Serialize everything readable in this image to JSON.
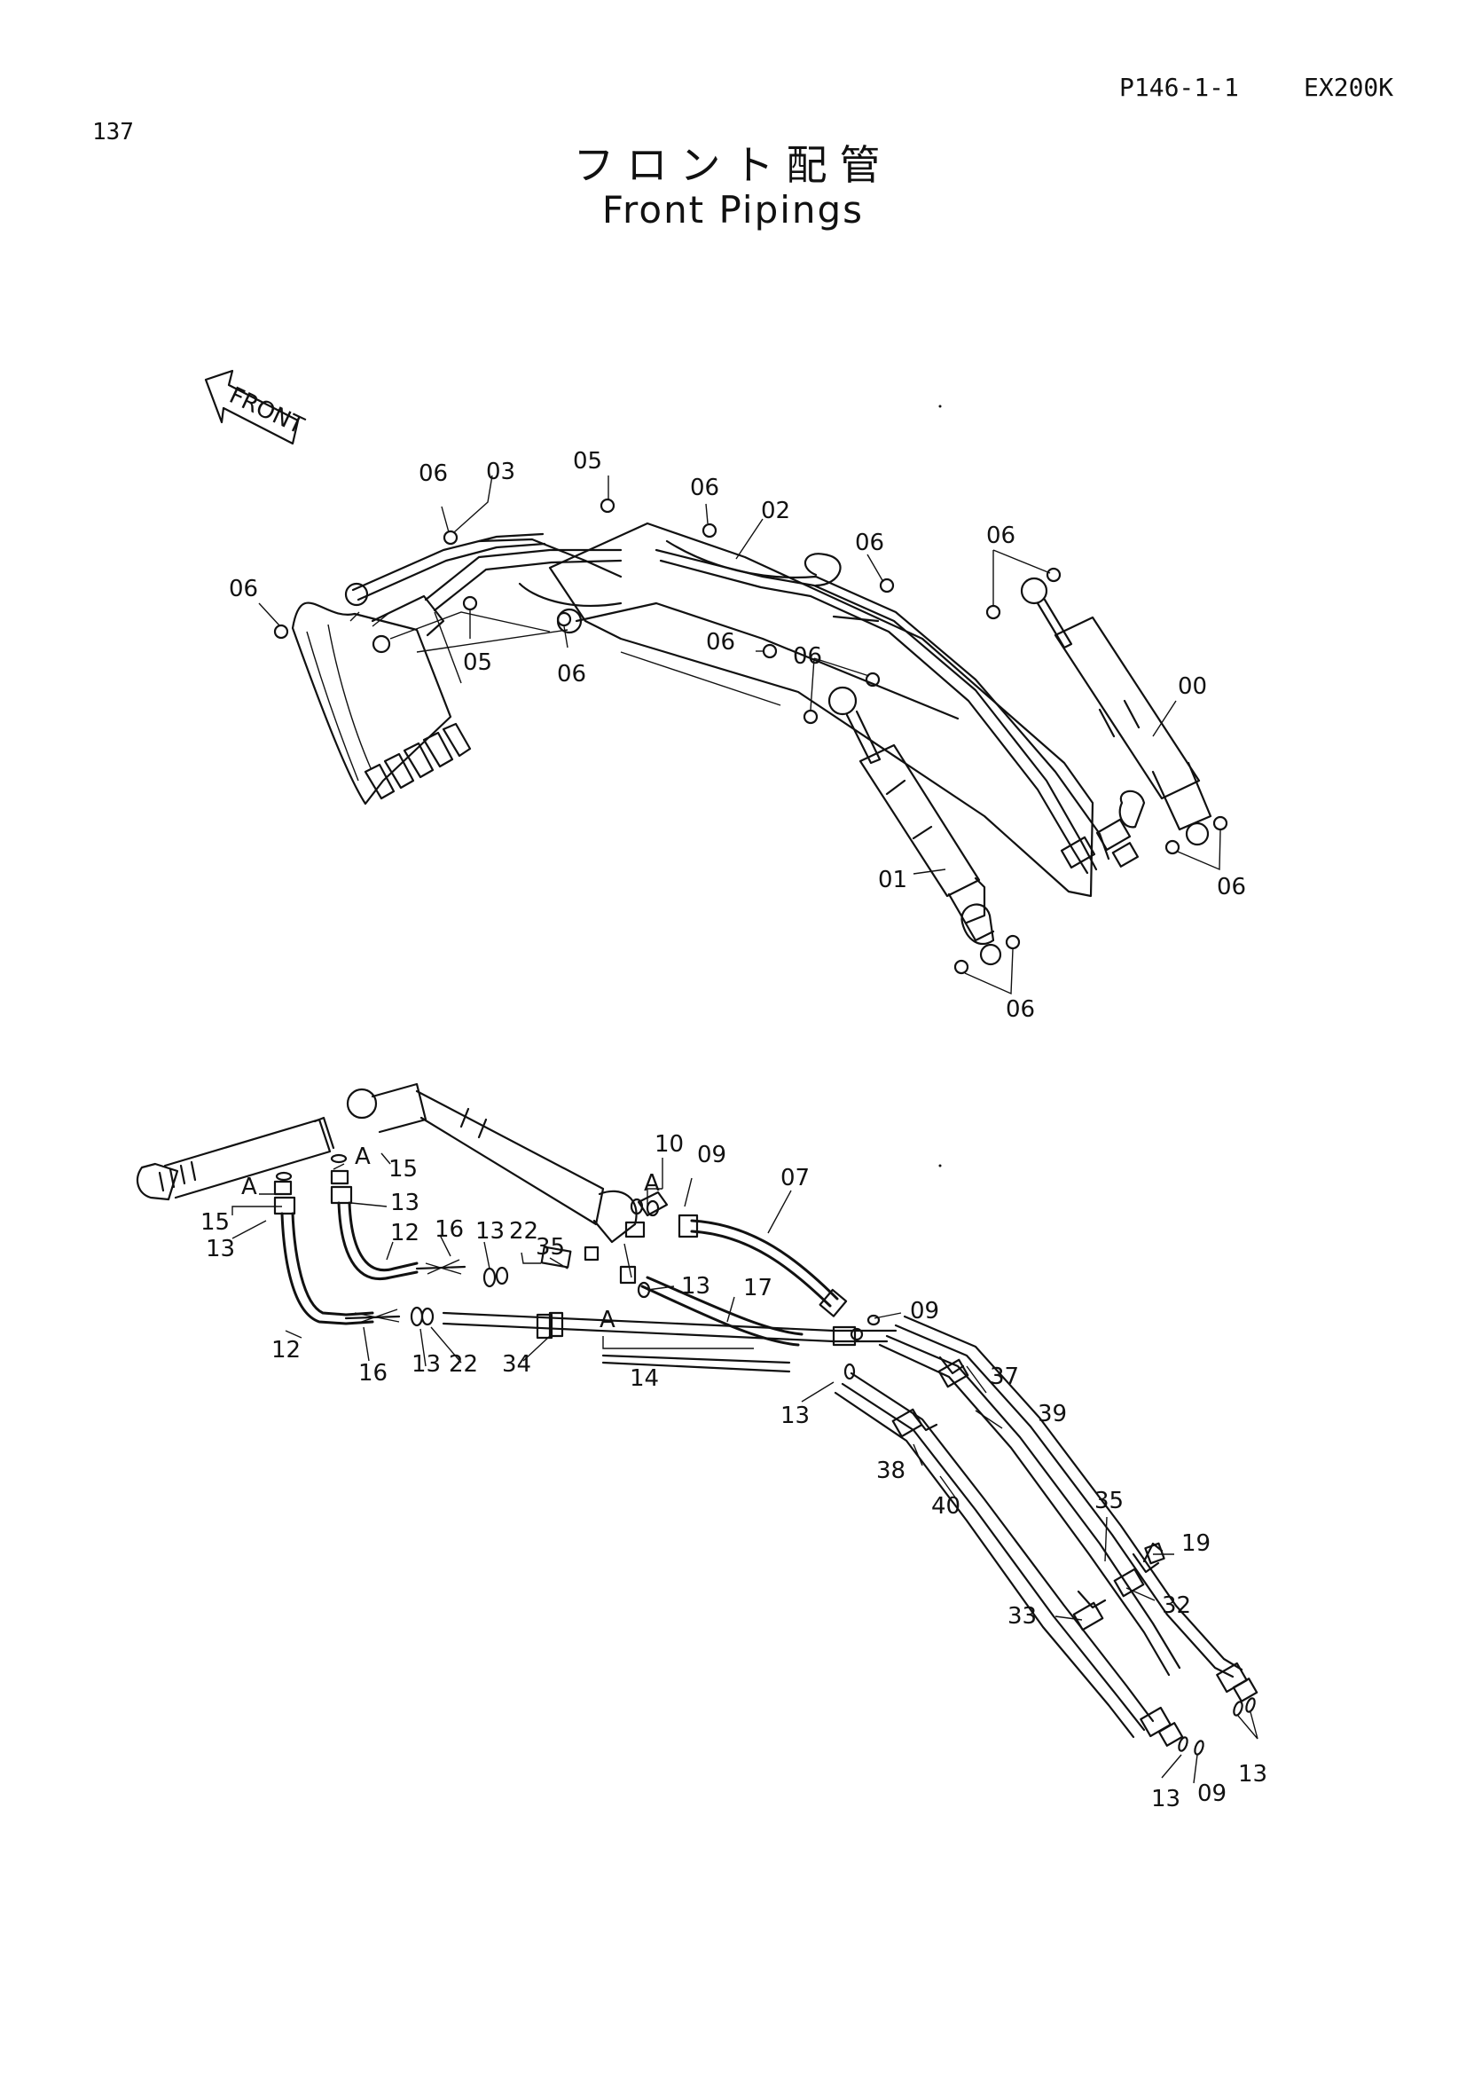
{
  "header": {
    "page_code": "P146-1-1",
    "model": "EX200K",
    "page_number": "137"
  },
  "title": {
    "japanese": "フロント配管",
    "english": "Front Pipings"
  },
  "front_arrow_label": "FRONT",
  "labels": {
    "upper": {
      "l_06_a": "06",
      "l_03": "03",
      "l_05_a": "05",
      "l_06_b": "06",
      "l_02": "02",
      "l_06_c": "06",
      "l_06_d": "06",
      "l_06_e": "06",
      "l_05_b": "05",
      "l_06_f": "06",
      "l_06_g": "06",
      "l_06_h": "06",
      "l_00": "00",
      "l_01": "01",
      "l_06_i": "06",
      "l_06_j": "06"
    },
    "lower": {
      "l_10": "10",
      "l_09_a": "09",
      "l_a_a": "A",
      "l_07": "07",
      "l_a_b": "A",
      "l_15_a": "15",
      "l_a_c": "A",
      "l_13_a": "13",
      "l_15_b": "15",
      "l_13_b": "13",
      "l_16_a": "16",
      "l_13_c": "13",
      "l_22_a": "22",
      "l_12_a": "12",
      "l_35_a": "35",
      "l_13_d": "13",
      "l_17": "17",
      "l_09_b": "09",
      "l_a_d": "A",
      "l_12_b": "12",
      "l_16_b": "16",
      "l_13_e": "13",
      "l_22_b": "22",
      "l_34": "34",
      "l_14": "14",
      "l_13_f": "13",
      "l_37": "37",
      "l_39": "39",
      "l_38": "38",
      "l_40": "40",
      "l_35_b": "35",
      "l_19": "19",
      "l_32": "32",
      "l_33": "33",
      "l_13_g": "13",
      "l_13_h": "13",
      "l_09_c": "09"
    }
  }
}
